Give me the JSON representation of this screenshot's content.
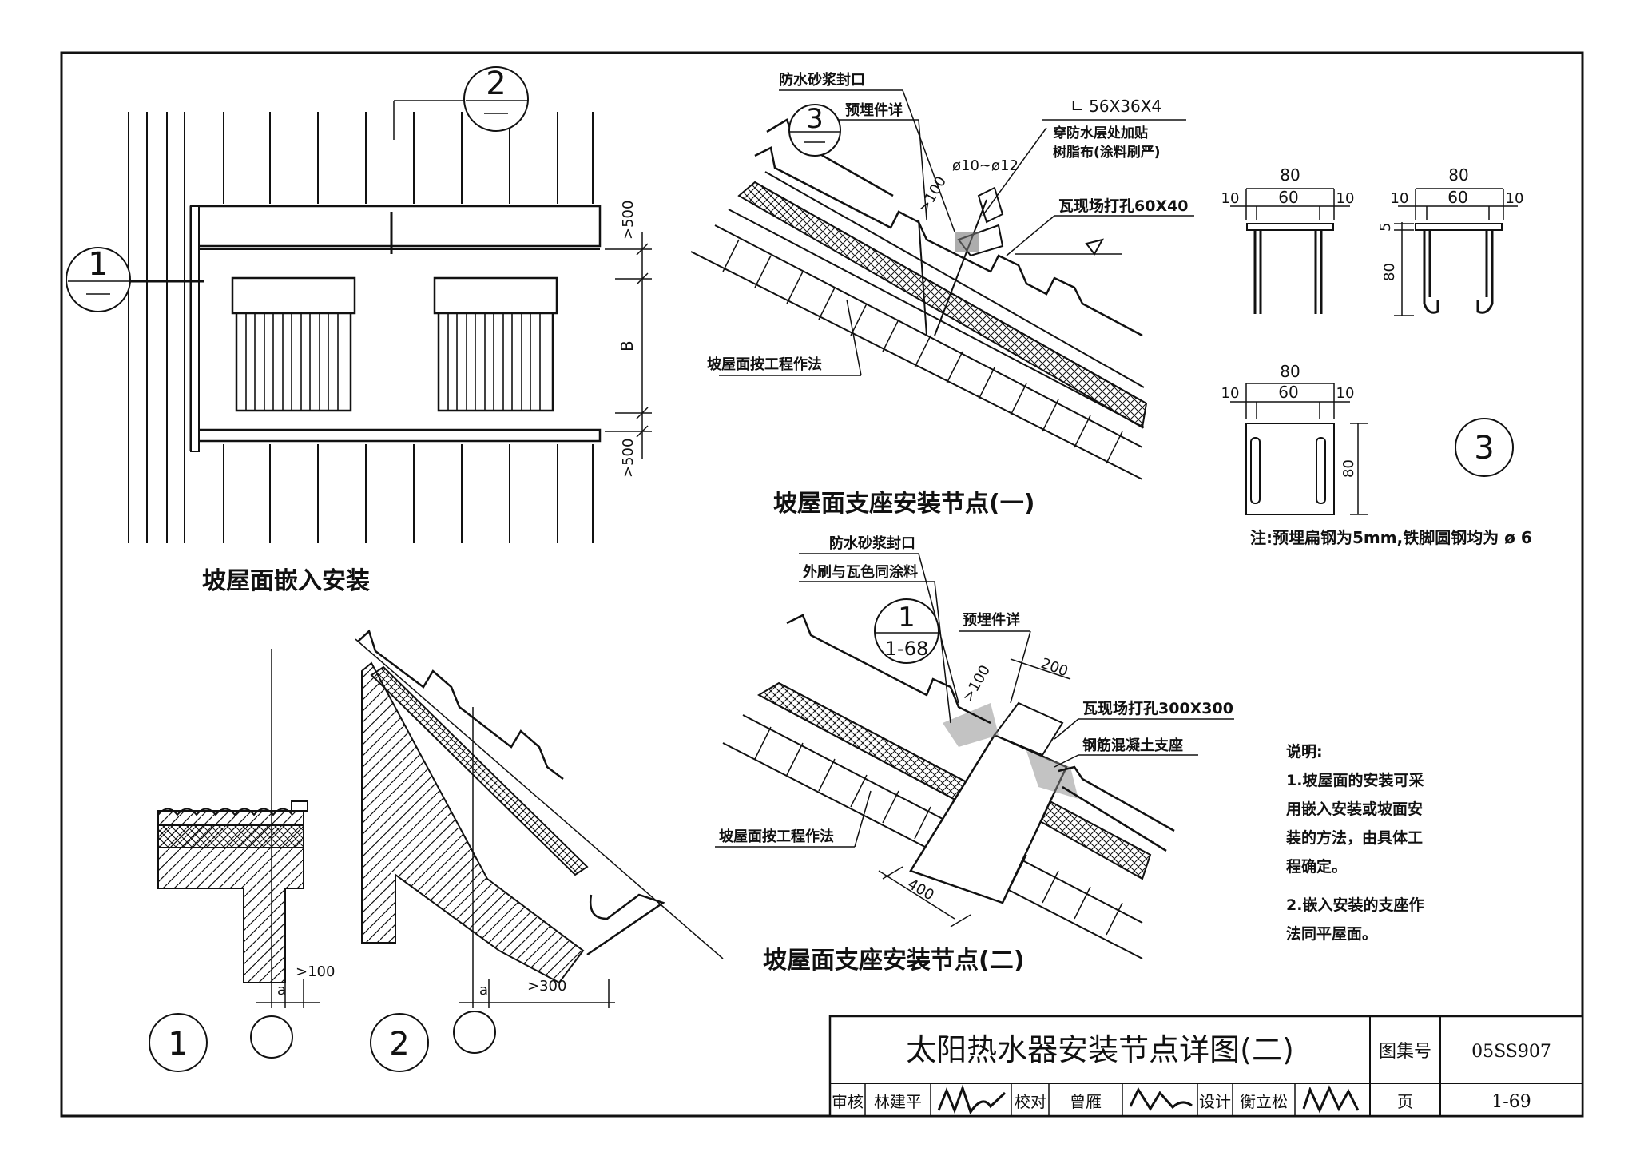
{
  "top_left": {
    "title": "坡屋面嵌入安装",
    "callout_1": "1",
    "callout_2": "2",
    "dim_top": ">500",
    "dim_mid": "B",
    "dim_bottom": ">500"
  },
  "node1": {
    "title": "坡屋面支座安装节点(一)",
    "label_mortar": "防水砂浆封口",
    "label_embed": "预埋件详",
    "callout_3": "3",
    "label_angle": "∟ 56X36X4",
    "label_resin_1": "穿防水层处加贴",
    "label_resin_2": "树脂布(涂料刷严)",
    "label_bar": "ø10~ø12",
    "label_100": ">100",
    "label_hole": "瓦现场打孔60X40",
    "label_roof": "坡屋面按工程作法"
  },
  "detail3": {
    "d80": "80",
    "d60": "60",
    "d10": "10",
    "d5": "5",
    "callout": "3",
    "note": "注:预埋扁钢为5mm,铁脚圆钢均为 ø 6"
  },
  "node2": {
    "title": "坡屋面支座安装节点(二)",
    "label_mortar": "防水砂浆封口",
    "label_paint": "外刷与瓦色同涂料",
    "callout_num": "1",
    "callout_ref": "1-68",
    "label_embed": "预埋件详",
    "label_200": "200",
    "label_100": ">100",
    "label_hole": "瓦现场打孔300X300",
    "label_base": "钢筋混凝土支座",
    "label_roof": "坡屋面按工程作法",
    "label_400": "400"
  },
  "notes": {
    "heading": "说明:",
    "lines": [
      "1.坡屋面的安装可采",
      "用嵌入安装或坡面安",
      "装的方法，由具体工",
      "程确定。",
      "2.嵌入安装的支座作",
      "法同平屋面。"
    ]
  },
  "details12": {
    "callout_1": "1",
    "callout_2": "2",
    "label_a": "a",
    "label_100": ">100",
    "label_300": ">300"
  },
  "title_block": {
    "title": "太阳热水器安装节点详图(二)",
    "atlas_label": "图集号",
    "atlas_no": "05SS907",
    "review": "审核",
    "reviewer": "林建平",
    "check": "校对",
    "checker": "曾雁",
    "design": "设计",
    "designer": "衡立松",
    "page_label": "页",
    "page_no": "1-69"
  }
}
